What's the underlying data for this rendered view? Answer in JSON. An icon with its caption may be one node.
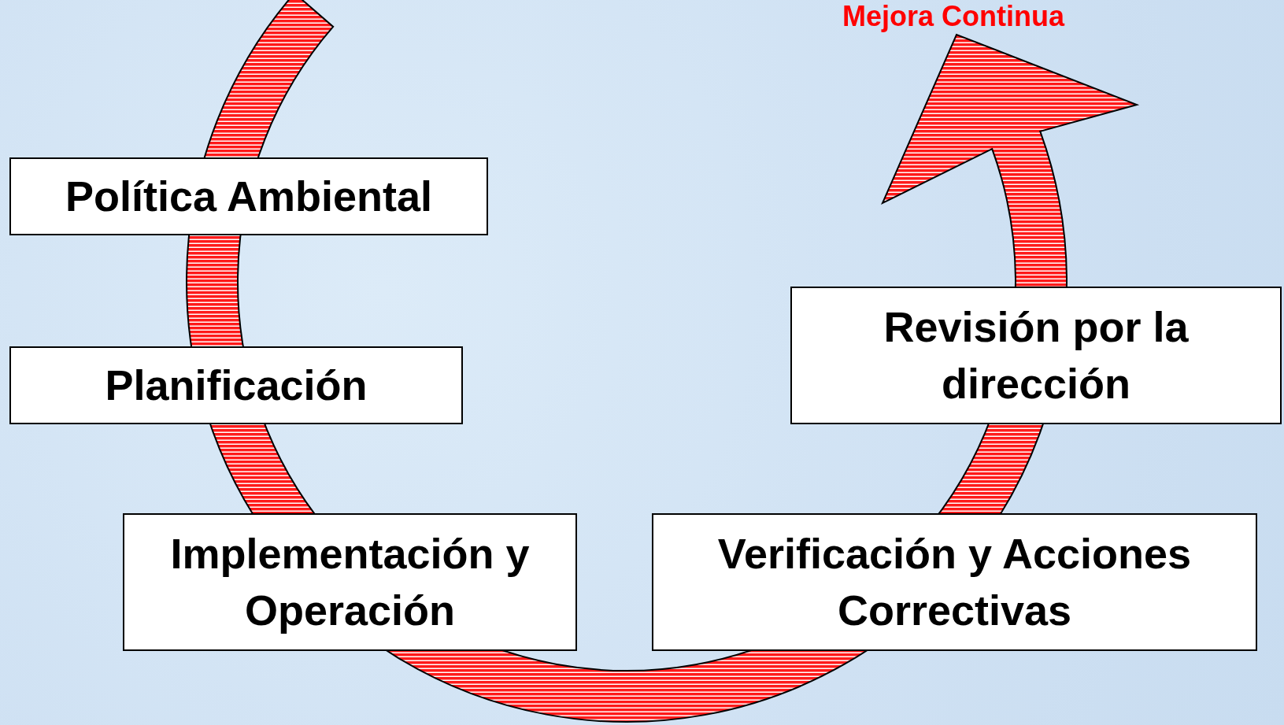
{
  "diagram": {
    "nodes": [
      {
        "text": [
          "Política Ambiental"
        ]
      },
      {
        "text": [
          "Planificación"
        ]
      },
      {
        "text": [
          "Implementación y Operación"
        ]
      },
      {
        "text": [
          "Verificación y Acciones Correctivas"
        ]
      },
      {
        "text": [
          "Revisión por la dirección"
        ]
      }
    ],
    "labels": [
      "Mejora Continua"
    ]
  }
}
